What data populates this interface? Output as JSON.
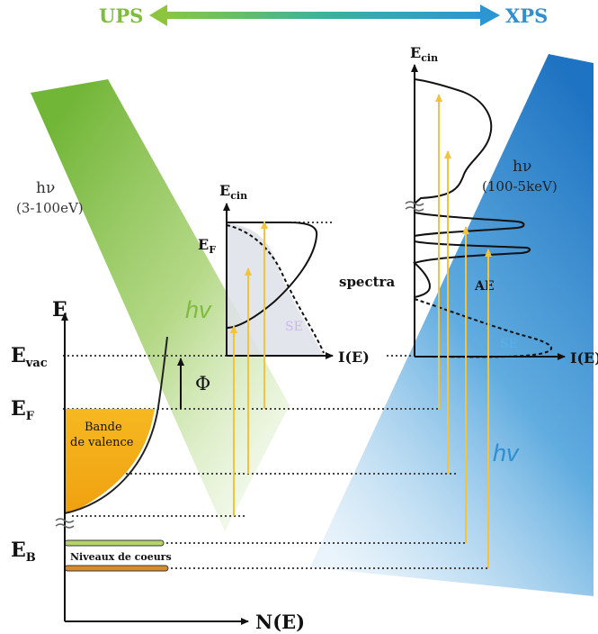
{
  "header": {
    "ups_label": "UPS",
    "xps_label": "XPS"
  },
  "colors": {
    "ups_green": "#7dbd3b",
    "xps_blue": "#2f8fd0",
    "valence_fill": "#f4b41e",
    "photon_arrow": "#f5c23c",
    "core_level_green": "#b6d36b",
    "core_level_orange": "#d98b2a",
    "se_violet": "#c9b8ee",
    "se_blue": "#4aa7e4"
  },
  "ups_beam": {
    "hv_symbol": "hν",
    "energy_range": "(3-100eV)",
    "hv_italic": "hv"
  },
  "xps_beam": {
    "hv_symbol": "hν",
    "energy_range": "(100-5keV)",
    "hv_italic": "hv"
  },
  "main_axes": {
    "y_label": "E",
    "x_label": "N(E)",
    "e_vac": "E",
    "e_vac_sub": "vac",
    "e_f": "E",
    "e_f_sub": "F",
    "e_b": "E",
    "e_b_sub": "B",
    "work_function": "Φ"
  },
  "valence_band": {
    "line1": "Bande",
    "line2": "de valence"
  },
  "core_levels": {
    "label": "Niveaux de coeurs"
  },
  "ups_spectrum": {
    "y_label": "E",
    "y_label_sub": "cin",
    "e_f_label": "E",
    "e_f_sub": "F",
    "x_label": "I(E)",
    "se_label": "SE"
  },
  "xps_spectrum": {
    "y_label": "E",
    "y_label_sub": "cin",
    "x_label": "I(E)",
    "ae_label": "AE",
    "se_label": "SE"
  },
  "spectra_label": "spectra"
}
